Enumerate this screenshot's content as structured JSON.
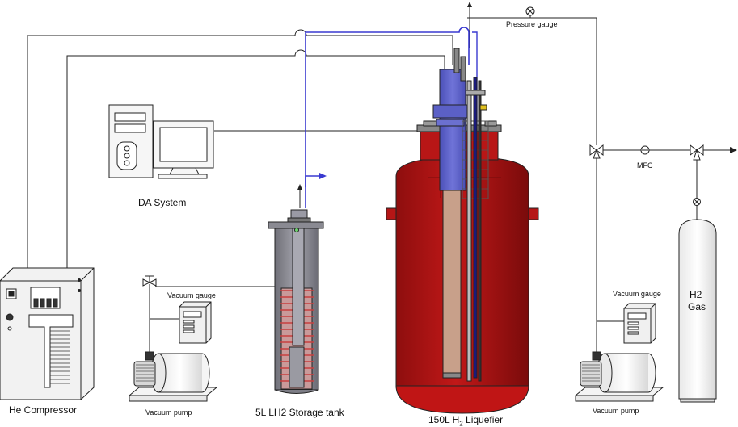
{
  "labels": {
    "pressure_gauge": "Pressure gauge",
    "mfc": "MFC",
    "da_system": "DA System",
    "vacuum_gauge_left": "Vacuum gauge",
    "vacuum_gauge_right": "Vacuum gauge",
    "vacuum_pump_left": "Vacuum pump",
    "vacuum_pump_right": "Vacuum pump",
    "he_compressor": "He Compressor",
    "storage_tank": "5L LH2 Storage tank",
    "liquefier_prefix": "150L H",
    "liquefier_sub": "2",
    "liquefier_suffix": " Liquefier",
    "h2_gas_line1": "H2",
    "h2_gas_line2": "Gas"
  },
  "colors": {
    "liquefier_red": "#b01313",
    "liquefier_dark": "#7a0c0c",
    "cold_head_blue": "#5a5fc9",
    "he_line_blue": "#3a3ad0",
    "tank_gray": "#8c8c94",
    "coil_red": "#c84040",
    "line_black": "#222222"
  }
}
